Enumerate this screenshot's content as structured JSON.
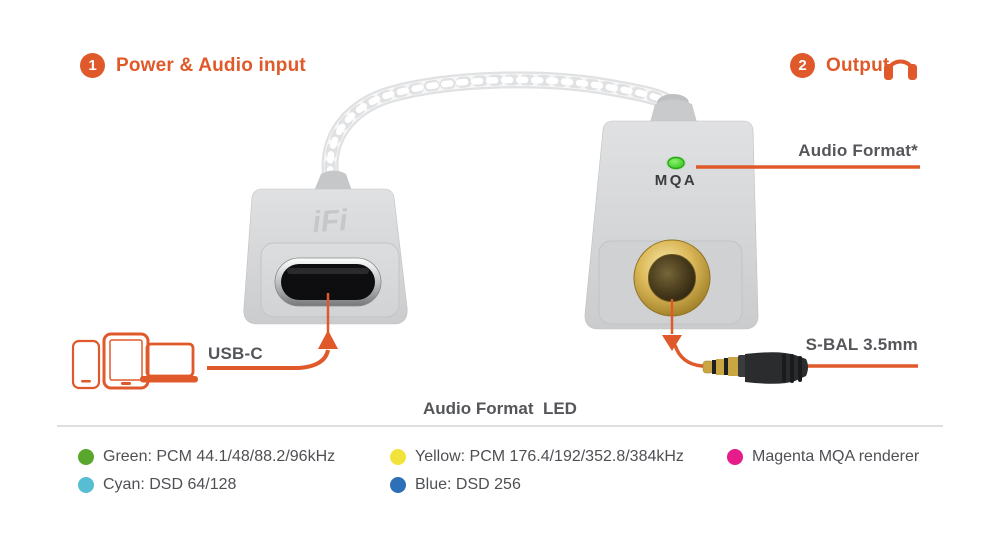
{
  "palette": {
    "accent_orange": "#E0592A",
    "label_gray": "#54565A",
    "legend_text_gray": "#4E5054",
    "device_gray": "#D5D6D8",
    "led_green": "#41D72B",
    "jack_gold": "#D4AF4A",
    "divider_gray": "#DFDFDF"
  },
  "steps": [
    {
      "number": "1",
      "label": "Power & Audio input"
    },
    {
      "number": "2",
      "label": "Output"
    }
  ],
  "callouts": {
    "audio_format": "Audio Format*",
    "usb_c": "USB-C",
    "s_bal": "S-BAL 3.5mm"
  },
  "device": {
    "badge": "MQA",
    "brand": "iFi",
    "led_state": "green"
  },
  "legend": {
    "title": "Audio Format  LED",
    "items": [
      {
        "id": "green",
        "color": "#5AA72E",
        "label": "Green: PCM 44.1/48/88.2/96kHz"
      },
      {
        "id": "yellow",
        "color": "#F2E33C",
        "label": "Yellow: PCM 176.4/192/352.8/384kHz"
      },
      {
        "id": "magenta",
        "color": "#E61C8A",
        "label": "Magenta MQA renderer"
      },
      {
        "id": "cyan",
        "color": "#56BDD2",
        "label": "Cyan: DSD 64/128"
      },
      {
        "id": "blue",
        "color": "#2E70B7",
        "label": "Blue: DSD 256"
      }
    ]
  },
  "icons": [
    "headphones-icon",
    "smartphone-icon",
    "tablet-icon",
    "laptop-icon"
  ]
}
